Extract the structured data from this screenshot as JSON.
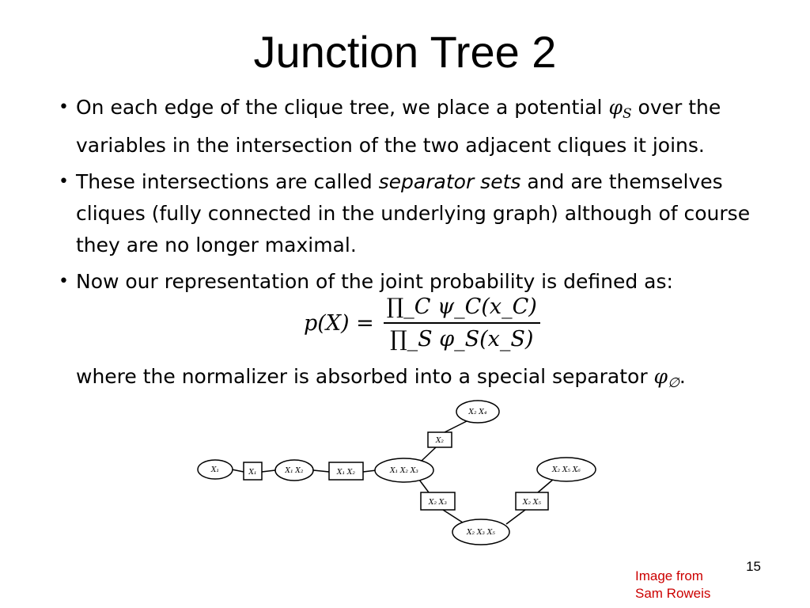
{
  "slide": {
    "title": "Junction Tree 2",
    "page_number": "15",
    "credit_line1": "Image from",
    "credit_line2": "Sam Roweis"
  },
  "bullets": [
    {
      "before": "On each edge of the clique tree, we place a potential ",
      "math": "φ",
      "math_sub": "S",
      "after": " over the variables in the intersection of the two adjacent cliques it joins."
    },
    {
      "before": "These intersections are called ",
      "emph": "separator sets",
      "after": " and are themselves cliques (fully connected in the underlying graph) although of course they are no longer maximal."
    },
    {
      "text": "Now our representation of the joint probability is defined as:"
    }
  ],
  "formula": {
    "lhs": "p(X) =",
    "numerator": "∏_C ψ_C(x_C)",
    "denominator": "∏_S φ_S(x_S)"
  },
  "where_text": {
    "before": "where the normalizer is absorbed into a special separator ",
    "math": "φ",
    "math_sub": "∅",
    "after": "."
  },
  "diagram": {
    "cliques": [
      "X1",
      "X1 X2",
      "X1 X2 X3",
      "X2 X4",
      "X2 X3 X5",
      "X2 X5 X6"
    ],
    "separators": [
      "X1",
      "X1 X2",
      "X2",
      "X2 X3",
      "X2 X5"
    ],
    "node_labels": {
      "c_x1": "X₁",
      "c_x1x2": "X₁  X₂",
      "c_x1x2x3": "X₁  X₂  X₃",
      "c_x2x4": "X₂  X₄",
      "c_x2x3x5": "X₂  X₃  X₅",
      "c_x2x5x6": "X₂  X₅  X₆",
      "s_x1": "X₁",
      "s_x1x2": "X₁  X₂",
      "s_x2": "X₂",
      "s_x2x3": "X₂  X₃",
      "s_x2x5": "X₂  X₅"
    }
  }
}
